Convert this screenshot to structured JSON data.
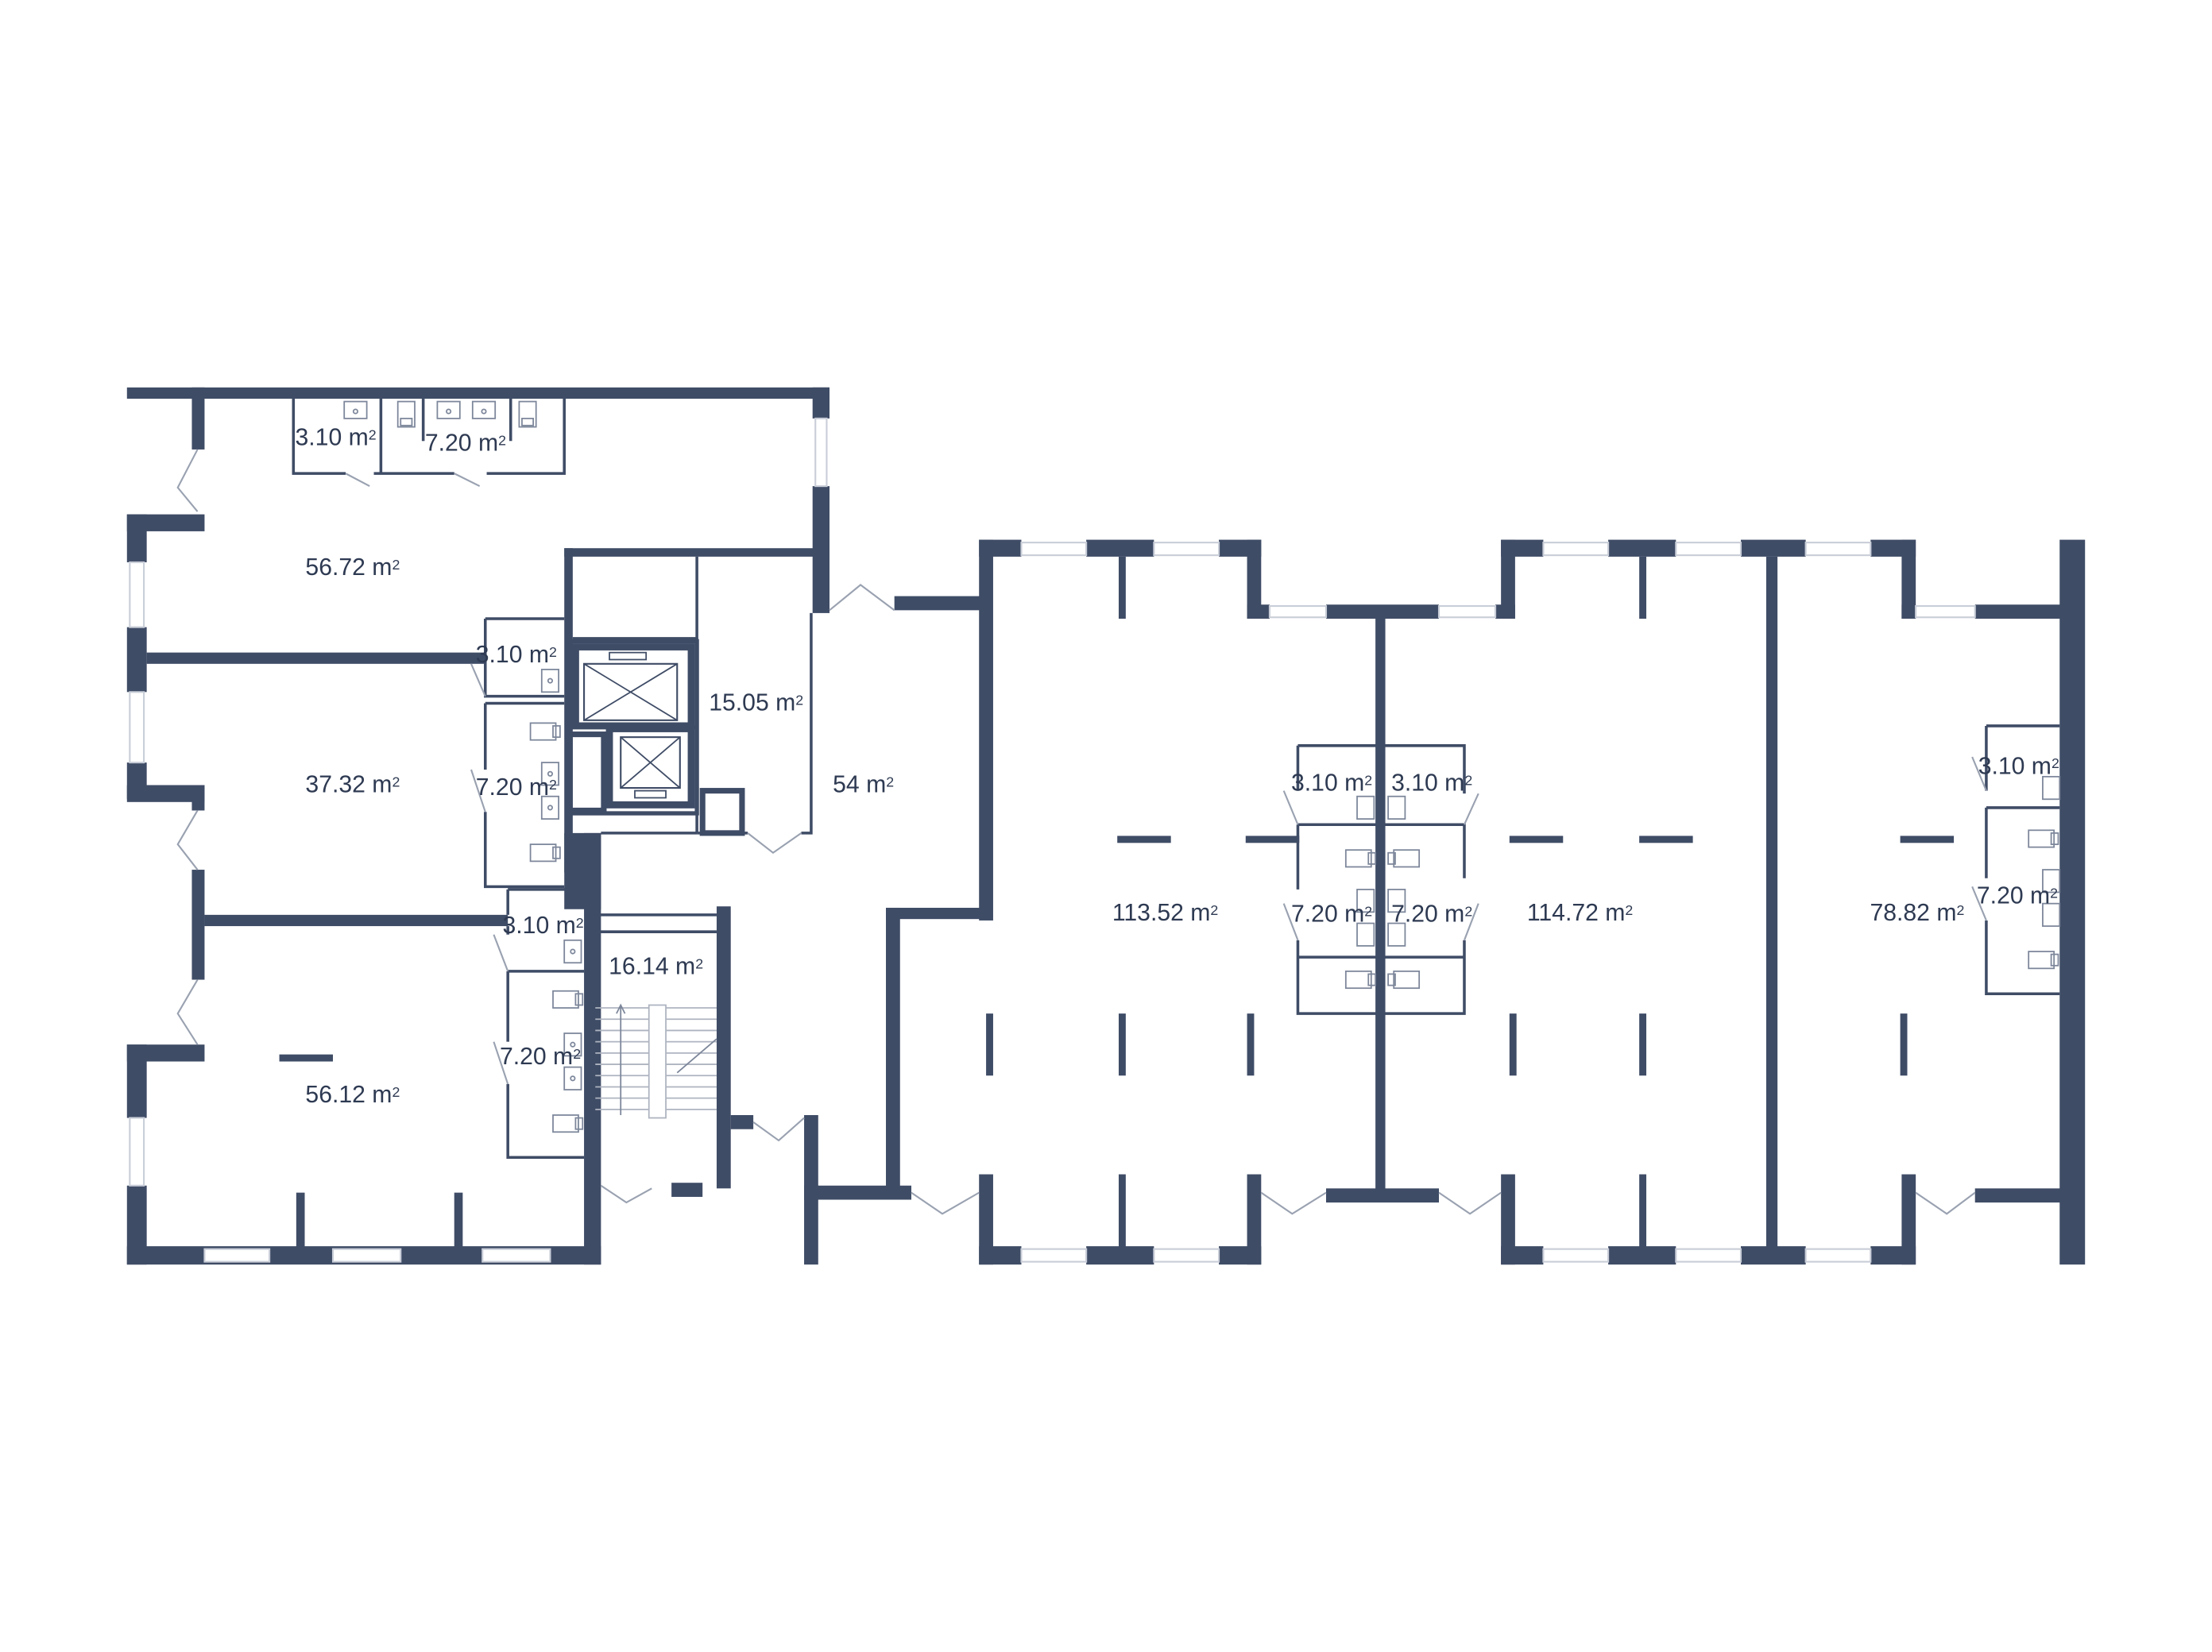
{
  "colors": {
    "wall": "#3f4c66",
    "thin": "#3f4c66",
    "window": "#c9ced8",
    "fixture": "#7d879b",
    "label": "#2e3a52",
    "background": "#ffffff"
  },
  "unit_superscript": "2",
  "rooms": [
    {
      "id": "wc-a",
      "area": "3.10 m"
    },
    {
      "id": "wc-b",
      "area": "7.20 m"
    },
    {
      "id": "office-top-left",
      "area": "56.72 m"
    },
    {
      "id": "wc-c",
      "area": "3.10 m"
    },
    {
      "id": "office-mid-left",
      "area": "37.32 m"
    },
    {
      "id": "wc-d",
      "area": "7.20 m"
    },
    {
      "id": "storage",
      "area": "15.05 m"
    },
    {
      "id": "corridor",
      "area": "54 m"
    },
    {
      "id": "wc-e",
      "area": "3.10 m"
    },
    {
      "id": "stairwell",
      "area": "16.14 m"
    },
    {
      "id": "wc-f",
      "area": "7.20 m"
    },
    {
      "id": "office-bottom-left",
      "area": "56.12 m"
    },
    {
      "id": "office-a",
      "area": "113.52 m"
    },
    {
      "id": "wc-g",
      "area": "3.10 m"
    },
    {
      "id": "wc-h",
      "area": "3.10 m"
    },
    {
      "id": "wc-i",
      "area": "7.20 m"
    },
    {
      "id": "wc-j",
      "area": "7.20 m"
    },
    {
      "id": "office-b",
      "area": "114.72 m"
    },
    {
      "id": "wc-k",
      "area": "3.10 m"
    },
    {
      "id": "wc-l",
      "area": "7.20 m"
    },
    {
      "id": "office-c",
      "area": "78.82 m"
    }
  ]
}
